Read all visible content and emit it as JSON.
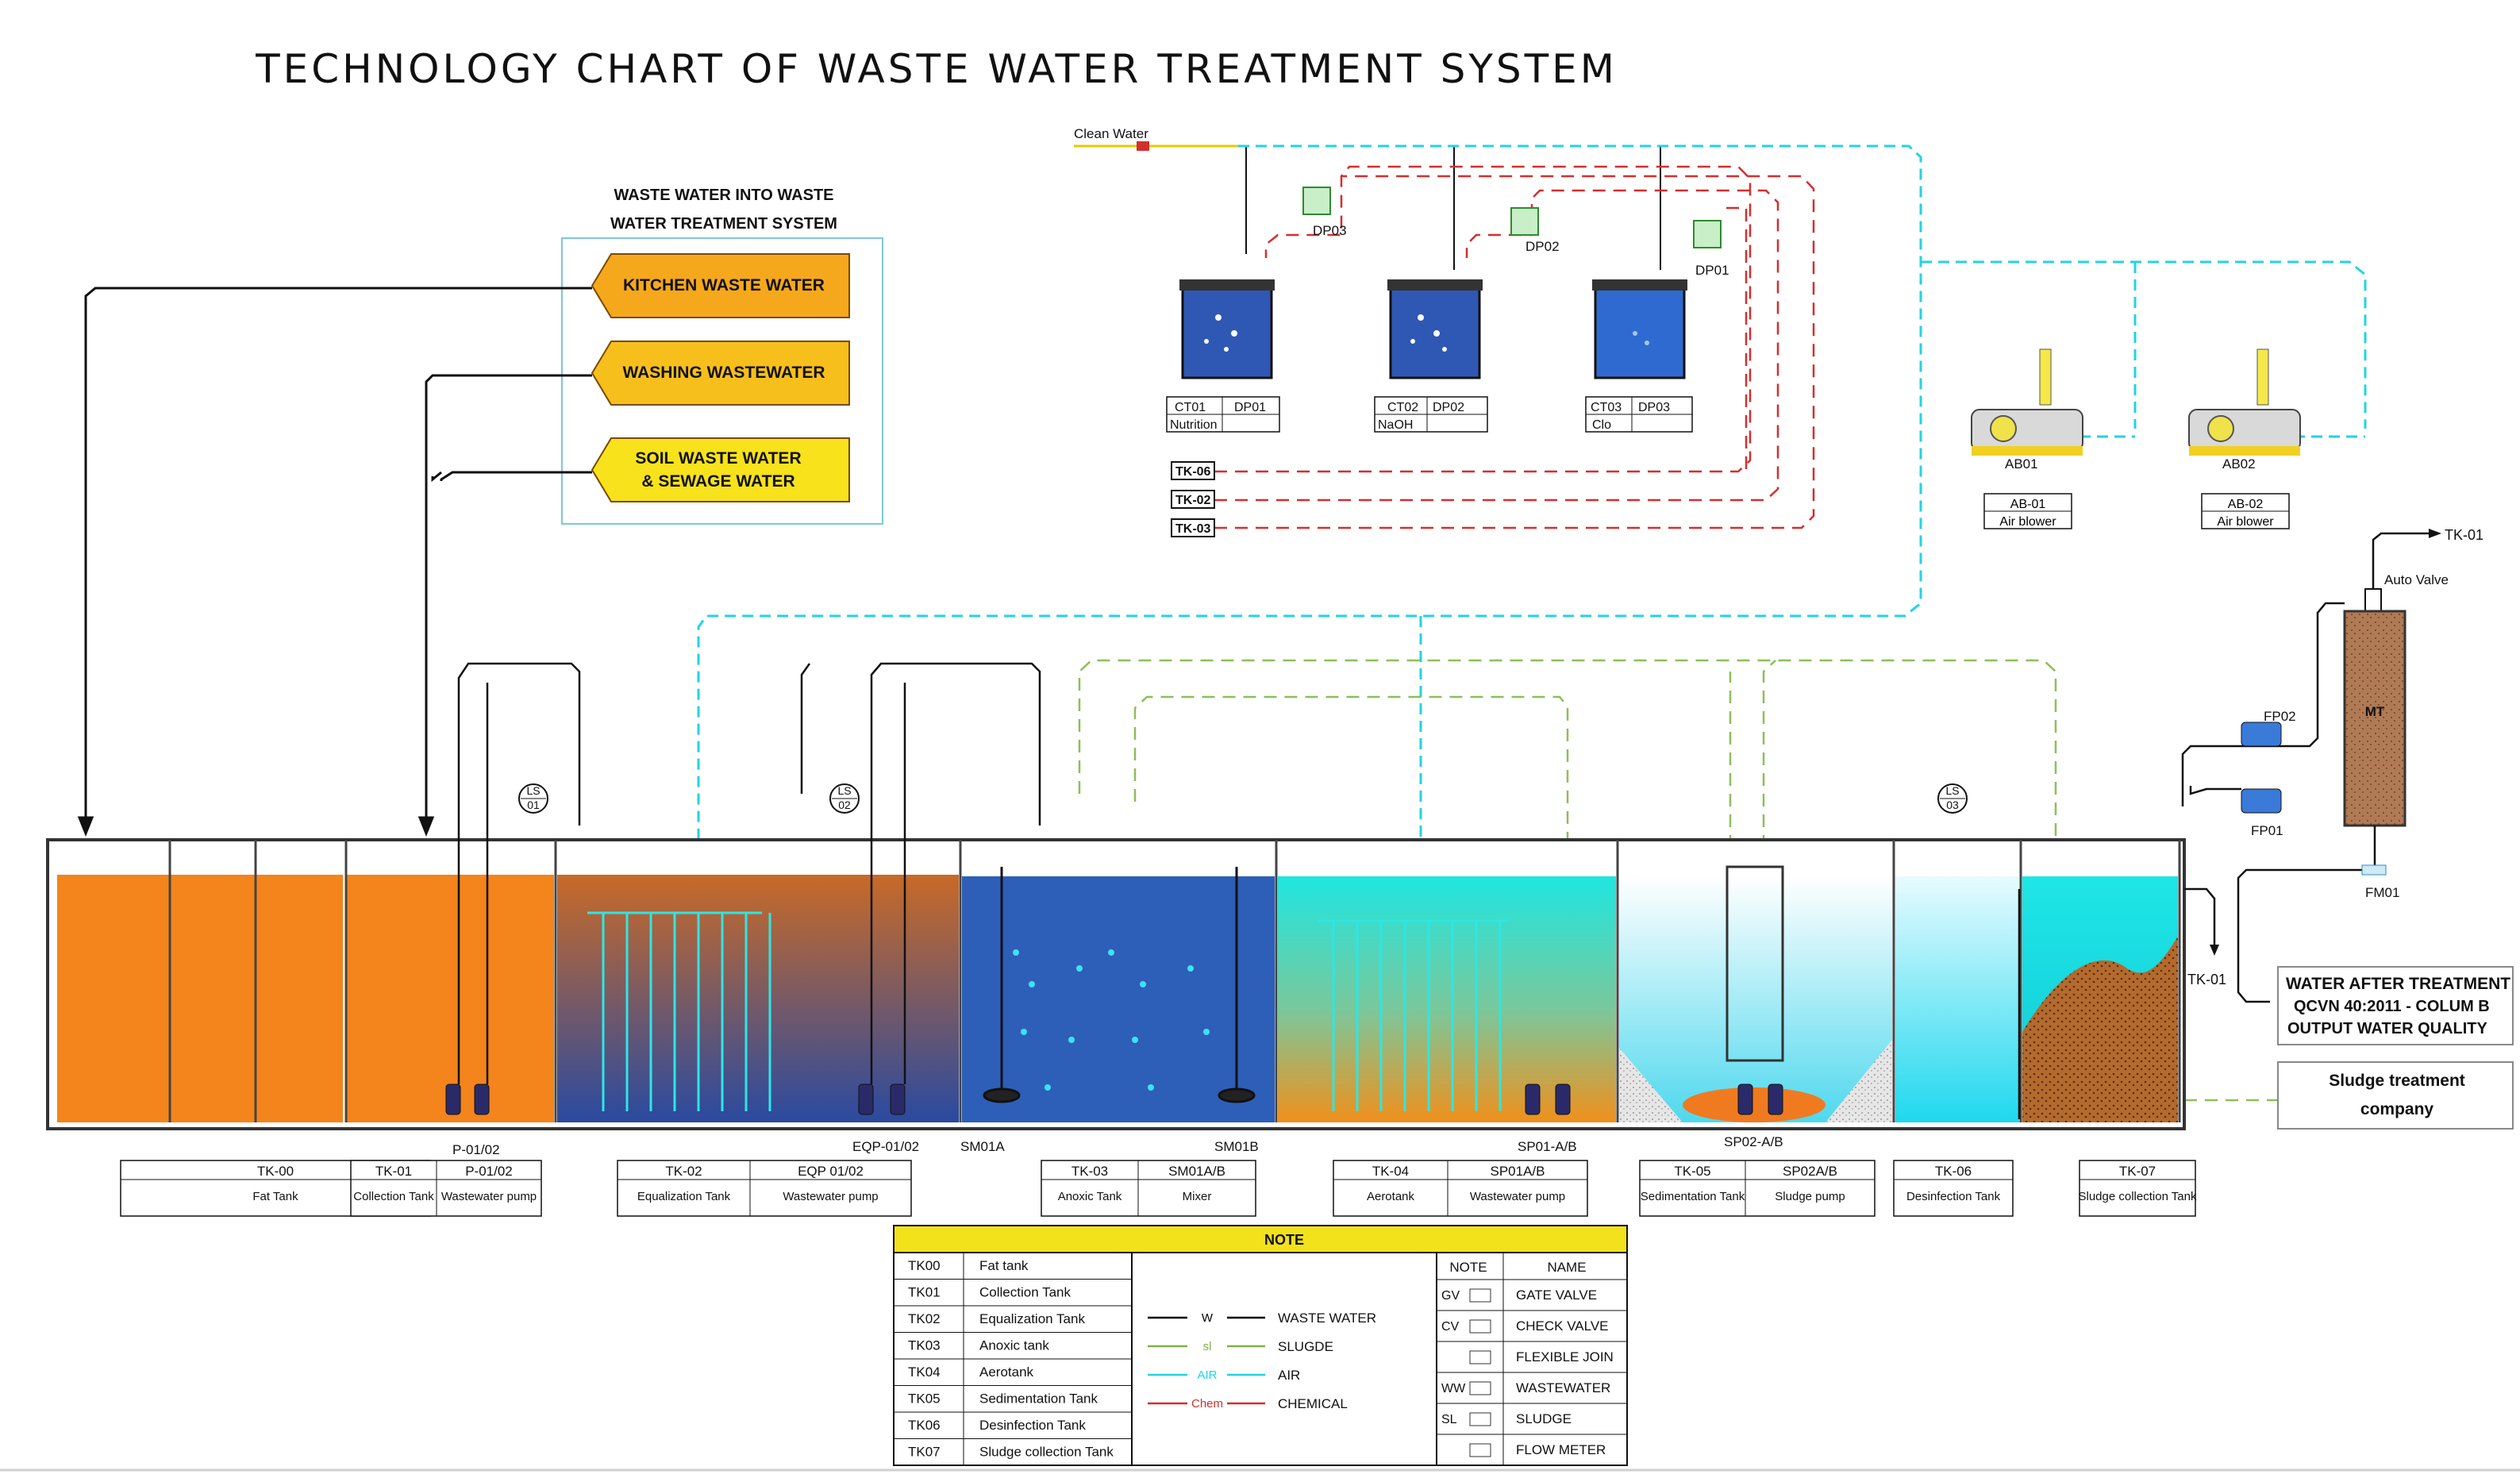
{
  "title": "TECHNOLOGY CHART OF WASTE WATER TREATMENT SYSTEM",
  "inflow": {
    "heading_line1": "WASTE WATER INTO WASTE",
    "heading_line2": "WATER TREATMENT SYSTEM",
    "sources": [
      "KITCHEN WASTE WATER",
      "WASHING WASTEWATER",
      "SOIL WASTE WATER",
      "& SEWAGE WATER"
    ]
  },
  "clean_water": "Clean Water",
  "dosing_pumps": [
    "DP03",
    "DP02",
    "DP01"
  ],
  "chem_tanks": [
    {
      "code": "CT01",
      "pump": "DP01",
      "chem": "Nutrition"
    },
    {
      "code": "CT02",
      "pump": "DP02",
      "chem": "NaOH"
    },
    {
      "code": "CT03",
      "pump": "DP03",
      "chem": "Clo"
    }
  ],
  "chem_targets": [
    "TK-06",
    "TK-02",
    "TK-03"
  ],
  "blowers": [
    {
      "tag": "AB01",
      "code": "AB-01",
      "name": "Air blower"
    },
    {
      "tag": "AB02",
      "code": "AB-02",
      "name": "Air blower"
    }
  ],
  "level_switches": [
    [
      "LS",
      "01"
    ],
    [
      "LS",
      "02"
    ],
    [
      "LS",
      "03"
    ]
  ],
  "outlet": {
    "tk01": "TK-01",
    "auto_valve": "Auto Valve",
    "mt": "MT",
    "fp02": "FP02",
    "fp01": "FP01",
    "fm01": "FM01",
    "tk01_return": "TK-01"
  },
  "result_box": {
    "line1": "WATER AFTER TREATMENT",
    "line2": "QCVN 40:2011 - COLUM B",
    "line3": "OUTPUT WATER QUALITY"
  },
  "sludge_box": {
    "line1": "Sludge treatment",
    "line2": "company"
  },
  "equipment_labels": [
    "P-01/02",
    "EQP-01/02",
    "SM01A",
    "SM01B",
    "SP01-A/B",
    "SP02-A/B"
  ],
  "tank_tables": [
    {
      "tk": "TK-00",
      "eq": "",
      "name": "Fat Tank",
      "eq_name": ""
    },
    {
      "tk": "TK-01",
      "eq": "P-01/02",
      "name": "Collection Tank",
      "eq_name": "Wastewater pump"
    },
    {
      "tk": "TK-02",
      "eq": "EQP 01/02",
      "name": "Equalization Tank",
      "eq_name": "Wastewater pump"
    },
    {
      "tk": "TK-03",
      "eq": "SM01A/B",
      "name": "Anoxic Tank",
      "eq_name": "Mixer"
    },
    {
      "tk": "TK-04",
      "eq": "SP01A/B",
      "name": "Aerotank",
      "eq_name": "Wastewater pump"
    },
    {
      "tk": "TK-05",
      "eq": "SP02A/B",
      "name": "Sedimentation Tank",
      "eq_name": "Sludge pump"
    },
    {
      "tk": "TK-06",
      "eq": "",
      "name": "Desinfection Tank",
      "eq_name": ""
    },
    {
      "tk": "TK-07",
      "eq": "",
      "name": "Sludge collection Tank",
      "eq_name": ""
    }
  ],
  "note": {
    "header": "NOTE",
    "tanks": [
      [
        "TK00",
        "Fat tank"
      ],
      [
        "TK01",
        "Collection Tank"
      ],
      [
        "TK02",
        "Equalization Tank"
      ],
      [
        "TK03",
        "Anoxic tank"
      ],
      [
        "TK04",
        "Aerotank"
      ],
      [
        "TK05",
        "Sedimentation Tank"
      ],
      [
        "TK06",
        "Desinfection Tank"
      ],
      [
        "TK07",
        "Sludge collection Tank"
      ]
    ],
    "lines": [
      {
        "code": "W",
        "name": "WASTE WATER",
        "color": "#000000"
      },
      {
        "code": "sl",
        "name": "SLUGDE",
        "color": "#7cb342"
      },
      {
        "code": "AIR",
        "name": "AIR",
        "color": "#22d3e6"
      },
      {
        "code": "Chem",
        "name": "CHEMICAL",
        "color": "#d32f2f"
      }
    ],
    "symbols_header": [
      "NOTE",
      "NAME"
    ],
    "symbols": [
      [
        "GV",
        "GATE VALVE"
      ],
      [
        "CV",
        "CHECK VALVE"
      ],
      [
        "",
        "FLEXIBLE JOIN"
      ],
      [
        "WW",
        "WASTEWATER"
      ],
      [
        "SL",
        "SLUDGE"
      ],
      [
        "",
        "FLOW METER"
      ]
    ]
  },
  "colors": {
    "waste": "#000000",
    "sludge": "#7cb342",
    "air": "#22d3e6",
    "chemical": "#d32f2f",
    "orange": "#f4841c",
    "blue": "#2d5fb8",
    "cyan": "#1fe0e6"
  }
}
